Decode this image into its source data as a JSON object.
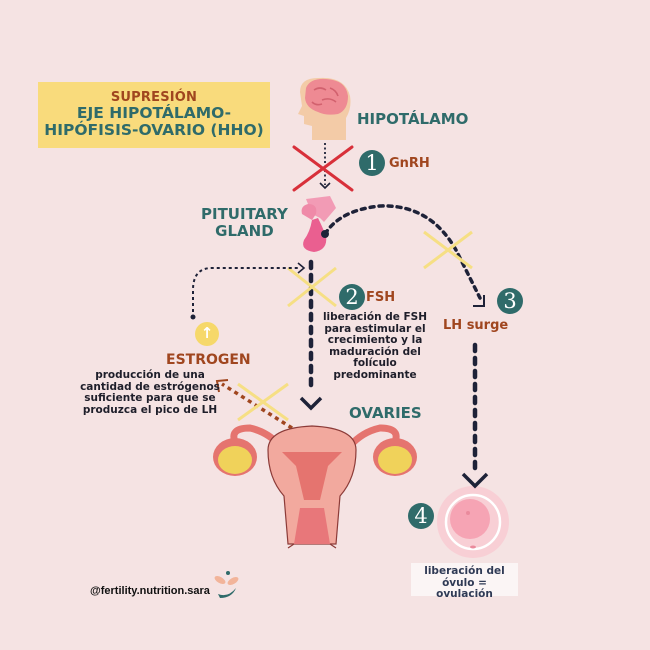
{
  "title": {
    "supertitle": "SUPRESIÓN",
    "line1": "EJE HIPOTÁLAMO-",
    "line2": "HIPÓFISIS-OVARIO (HHO)"
  },
  "nodes": {
    "hypothalamus": "HIPOTÁLAMO",
    "pituitary_line1": "PITUITARY",
    "pituitary_line2": "GLAND",
    "ovaries": "OVARIES",
    "estrogen": "ESTROGEN"
  },
  "steps": [
    {
      "number": "1",
      "label": "GnRH"
    },
    {
      "number": "2",
      "label": "FSH",
      "description": [
        "liberación de FSH",
        "para estimular el",
        "crecimiento y la",
        "maduración del",
        "folículo",
        "predominante"
      ]
    },
    {
      "number": "3",
      "label": "LH surge"
    },
    {
      "number": "4",
      "description": [
        "liberación del óvulo =",
        "ovulación"
      ]
    }
  ],
  "estrogen_description": [
    "producción de una",
    "cantidad de estrógenos",
    "suficiente para que se",
    "produzca el pico de LH"
  ],
  "estrogen_arrow_icon": "↑",
  "credit": "@fertility.nutrition.sara",
  "colors": {
    "background": "#f5e3e3",
    "title_box": "#f9db7c",
    "teal": "#2f6b6a",
    "rust": "#a0461f",
    "navy_arrow": "#1e2238",
    "block_cross_red": "#d8303a",
    "suppression_cross_yellow": "#f6df84"
  }
}
